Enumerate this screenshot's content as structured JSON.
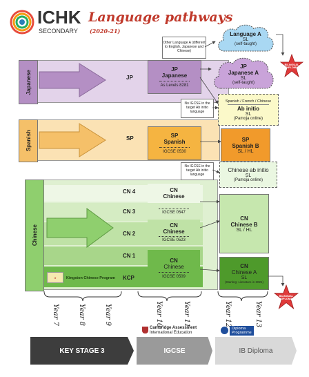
{
  "header": {
    "school_name": "ICHK",
    "school_sub": "SECONDARY",
    "title": "Language pathways",
    "year": "(2020-21)"
  },
  "japanese": {
    "band": "Japanese",
    "level": "JP",
    "box_l1": "JP",
    "box_l2": "Japanese",
    "box_qual": "As Levels 8281"
  },
  "spanish": {
    "band": "Spanish",
    "level": "SP",
    "box_l1": "SP",
    "box_l2": "Spanish",
    "box_qual": "IGCSE 0530"
  },
  "chinese": {
    "band": "Chinese",
    "levels": [
      "CN 4",
      "CN 3",
      "CN 2",
      "CN 1",
      "KCP"
    ],
    "box1_l1": "CN",
    "box1_l2": "Chinese",
    "box2_l1": "CN",
    "box2_l2": "Chinese",
    "box2_qual": "IGCSE 0547",
    "box3_l1": "CN",
    "box3_l2": "Chinese",
    "box3_qual": "IGCSE 0523",
    "box4_l1": "CN",
    "box4_l2": "Chinese",
    "box4_qual": "IGCSE 0509",
    "kcp_program": "Kingston Chinese Program"
  },
  "notes": {
    "other_language": "Other Language A (different to English, Japanese and Chinese)",
    "no_igcse_ab": "No IGCSE in the target Ab initio language",
    "no_igcse_chinese": "No IGCSE in the target Ab initio language"
  },
  "ib": {
    "lang_a_title": "Language A",
    "lang_a_level": "SL",
    "lang_a_note": "(self-taught)",
    "jp_a_l1": "JP",
    "jp_a_l2": "Japanese A",
    "jp_a_level": "SL",
    "jp_a_note": "(self-taught)",
    "ab_head": "Spanish / French / Chinese",
    "ab_title": "Ab initio",
    "ab_level": "SL",
    "ab_note": "(Pamoja online)",
    "spb_l1": "SP",
    "spb_l2": "Spanish B",
    "spb_level": "SL / HL",
    "cn_ab_title": "Chinese ab initio",
    "cn_ab_level": "SL",
    "cn_ab_note": "(Pamoja online)",
    "cnb_l1": "CN",
    "cnb_l2": "Chinese B",
    "cnb_level": "SL / HL",
    "cna_l1": "CN",
    "cna_l2": "Chinese A",
    "cna_level": "SL",
    "cna_note": "(Starting: Literature in 2021)",
    "bilingual": "BILINGUAL DIPLOMA"
  },
  "years": [
    "Year 7",
    "Year 8",
    "Year 9",
    "Year 10",
    "Year 11",
    "Year 12",
    "Year 13"
  ],
  "logos": {
    "cambridge_l1": "Cambridge Assessment",
    "cambridge_l2": "International Education",
    "ib_l1": "Diploma",
    "ib_l2": "Programme"
  },
  "stages": [
    "KEY STAGE 3",
    "IGCSE",
    "IB Diploma"
  ],
  "colors": {
    "japanese": "#c8a9d4",
    "spanish": "#f5c069",
    "chinese": "#8fcf6e",
    "title": "#c0392b"
  }
}
